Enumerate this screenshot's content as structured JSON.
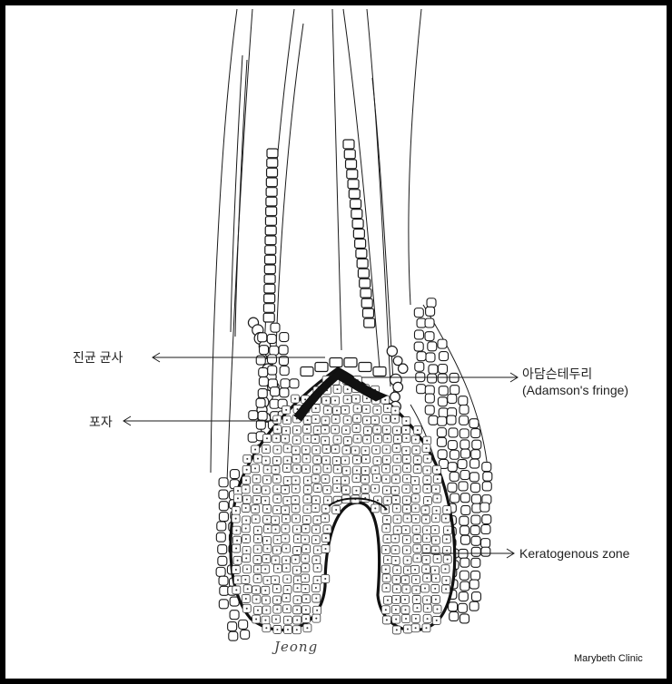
{
  "labels": {
    "fungal_hyphae": "진균 균사",
    "spore": "포자",
    "adamson_ko": "아담슨테두리",
    "adamson_en": "(Adamson's fringe)",
    "keratogenous": "Keratogenous zone"
  },
  "signature": "Jeong",
  "credit": "Marybeth Clinic",
  "colors": {
    "background": "#ffffff",
    "frame": "#000000",
    "ink": "#1a1a1a"
  }
}
